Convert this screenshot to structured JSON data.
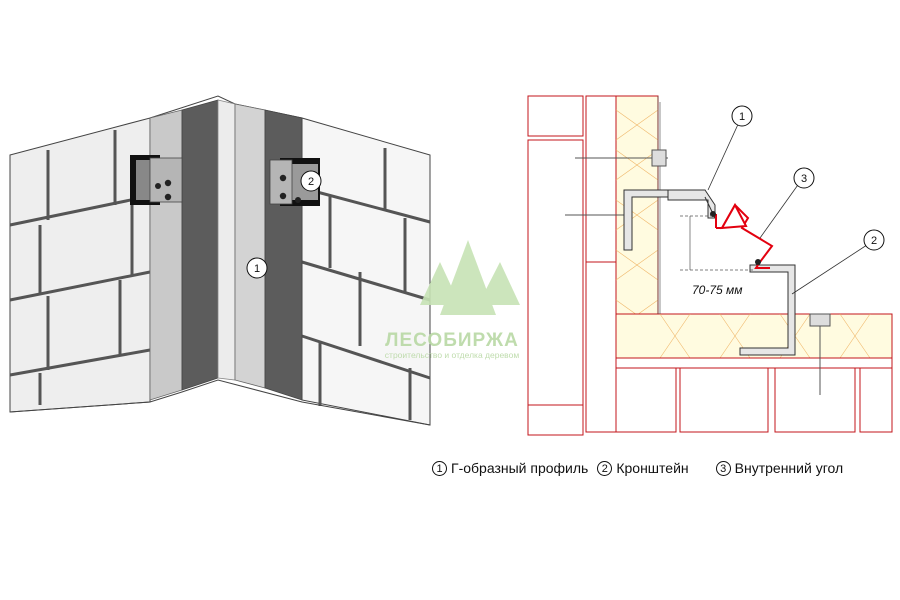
{
  "callouts": {
    "left_profile": "1",
    "left_bracket": "2",
    "right_profile": "1",
    "right_corner": "3",
    "right_bracket": "2"
  },
  "dimension": {
    "label": "70-75 мм"
  },
  "legend": {
    "items": [
      {
        "number": "1",
        "label": "Г-образный профиль"
      },
      {
        "number": "2",
        "label": "Кронштейн"
      },
      {
        "number": "3",
        "label": "Внутренний угол"
      }
    ]
  },
  "watermark": {
    "title": "ЛЕСОБИРЖА",
    "subtitle": "строительство и отделка деревом"
  },
  "colors": {
    "profile_dark": "#5c5c5c",
    "profile_light": "#c9c9c9",
    "insulation": "#fffbe0",
    "insulation_lines": "#f0b76a",
    "wall_lines": "#c3151b",
    "corner_red": "#e3000f",
    "watermark_green": "#b9d9a5"
  }
}
